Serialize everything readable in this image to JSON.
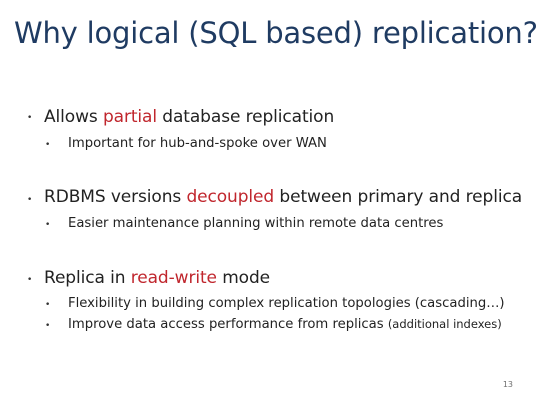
{
  "slide": {
    "title": "Why logical (SQL based) replication?",
    "bullets": [
      {
        "pre": "Allows ",
        "highlight": "partial",
        "post": " database replication",
        "sub": [
          {
            "text": "Important for hub-and-spoke over WAN",
            "extra": ""
          }
        ]
      },
      {
        "pre": "RDBMS versions ",
        "highlight": "decoupled",
        "post": " between primary and replica",
        "sub": [
          {
            "text": "Easier maintenance planning within remote data centres",
            "extra": ""
          }
        ]
      },
      {
        "pre": "Replica in ",
        "highlight": "read-write",
        "post": " mode",
        "sub": [
          {
            "text": "Flexibility in building complex replication topologies (cascading…)",
            "extra": ""
          },
          {
            "text": "Improve data access performance from replicas ",
            "extra": "(additional indexes)"
          }
        ]
      }
    ],
    "bullet_symbol": "•",
    "page_number": "13",
    "colors": {
      "title": "#1f3b62",
      "highlight": "#c0262d",
      "text": "#222222"
    }
  }
}
